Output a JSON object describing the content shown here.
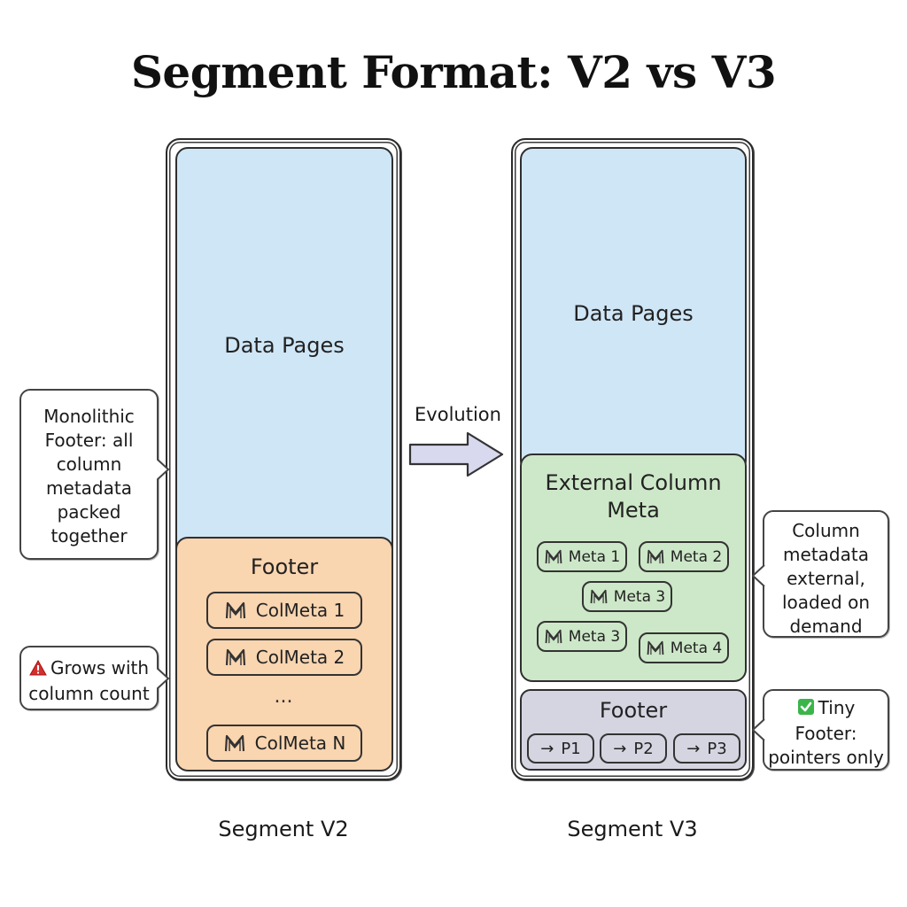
{
  "title": "Segment Format: V2 vs V3",
  "v2": {
    "data_pages_label": "Data Pages",
    "footer_label": "Footer",
    "col_metas": [
      "ColMeta 1",
      "ColMeta 2",
      "ColMeta N"
    ],
    "ellipsis": "...",
    "caption": "Segment V2"
  },
  "v3": {
    "data_pages_label": "Data Pages",
    "external_meta_label_line1": "External Column",
    "external_meta_label_line2": "Meta",
    "metas": [
      "Meta 1",
      "Meta 2",
      "Meta 3",
      "Meta 3",
      "Meta 4"
    ],
    "footer_label": "Footer",
    "pointers": [
      "P1",
      "P2",
      "P3"
    ],
    "pointer_arrow": "→",
    "caption": "Segment V3"
  },
  "arrow_label": "Evolution",
  "callouts": {
    "monolithic": [
      "Monolithic",
      "Footer: all",
      "column",
      "metadata",
      "packed",
      "together"
    ],
    "grows": [
      "Grows with",
      "column count"
    ],
    "external": [
      "Column",
      "metadata",
      "external,",
      "loaded on",
      "demand"
    ],
    "tiny": [
      "Tiny",
      "Footer:",
      "pointers only"
    ]
  },
  "icons": {
    "meta": "m-glyph-icon",
    "warning": "warning-icon",
    "check": "check-icon"
  },
  "colors": {
    "data_pages": "#cfe6f6",
    "footer_v2": "#f9d5b0",
    "external_meta": "#cde8c8",
    "footer_v3": "#d5d5e2",
    "arrow": "#d8d8ee",
    "warning": "#d32f2f",
    "check": "#3bb54a"
  }
}
